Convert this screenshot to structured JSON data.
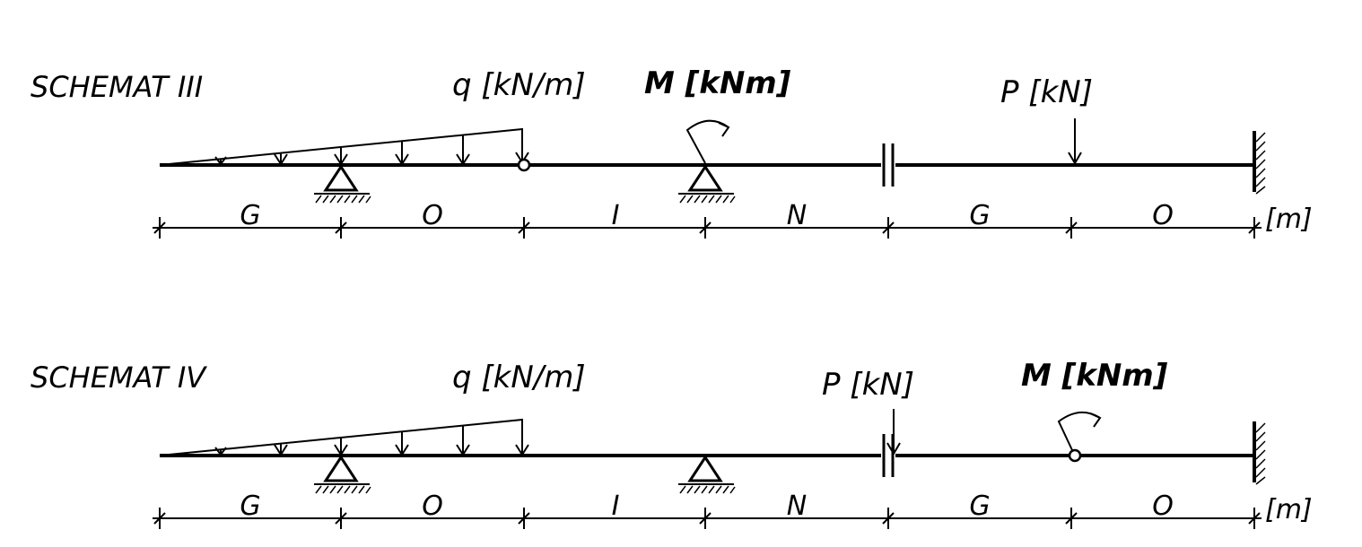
{
  "schemes": [
    {
      "title": "SCHEMAT III",
      "q_label": "q [kN/m]",
      "m_label": "M [kNm]",
      "p_label": "P [kN]",
      "dims": [
        "G",
        "O",
        "I",
        "N",
        "G",
        "O"
      ],
      "unit": "[m]"
    },
    {
      "title": "SCHEMAT IV",
      "q_label": "q [kN/m]",
      "m_label": "M [kNm]",
      "p_label": "P [kN]",
      "dims": [
        "G",
        "O",
        "I",
        "N",
        "G",
        "O"
      ],
      "unit": "[m]"
    }
  ],
  "colors": {
    "ink": "#000000",
    "background": "#ffffff"
  }
}
